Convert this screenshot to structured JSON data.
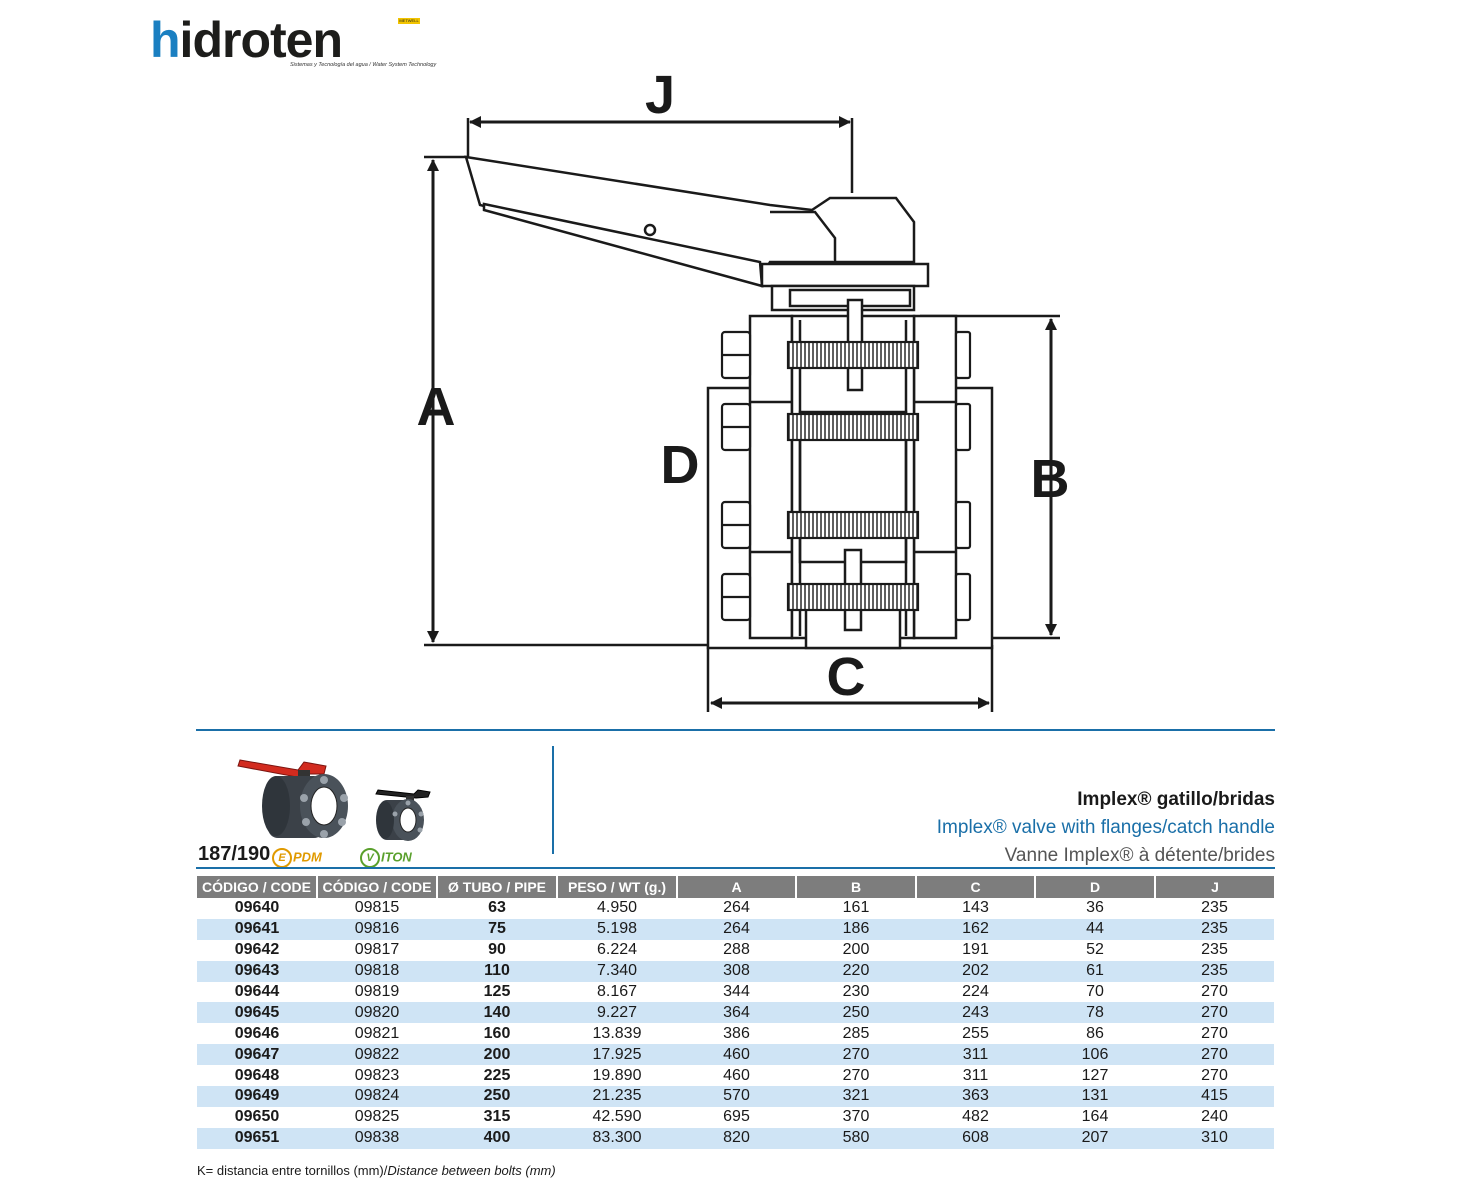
{
  "brand": {
    "name_accent": "h",
    "name_rest": "idroten",
    "tagline": "Sistemas y Tecnología del agua / Water System Technology",
    "badge": "METWELL"
  },
  "drawing": {
    "dimensions": [
      "J",
      "A",
      "D",
      "B",
      "C"
    ]
  },
  "product": {
    "model": "187/190",
    "badge_epdm_letter": "E",
    "badge_epdm": "PDM",
    "badge_viton_letter": "V",
    "badge_viton": "ITON",
    "title_es": "Implex® gatillo/bridas",
    "title_en": "Implex® valve with flanges/catch handle",
    "title_fr": "Vanne Implex® à détente/brides"
  },
  "table": {
    "headers": [
      "CÓDIGO / CODE",
      "CÓDIGO / CODE",
      "Ø TUBO / PIPE",
      "PESO / WT (g.)",
      "A",
      "B",
      "C",
      "D",
      "J"
    ],
    "rows": [
      [
        "09640",
        "09815",
        "63",
        "4.950",
        "264",
        "161",
        "143",
        "36",
        "235"
      ],
      [
        "09641",
        "09816",
        "75",
        "5.198",
        "264",
        "186",
        "162",
        "44",
        "235"
      ],
      [
        "09642",
        "09817",
        "90",
        "6.224",
        "288",
        "200",
        "191",
        "52",
        "235"
      ],
      [
        "09643",
        "09818",
        "110",
        "7.340",
        "308",
        "220",
        "202",
        "61",
        "235"
      ],
      [
        "09644",
        "09819",
        "125",
        "8.167",
        "344",
        "230",
        "224",
        "70",
        "270"
      ],
      [
        "09645",
        "09820",
        "140",
        "9.227",
        "364",
        "250",
        "243",
        "78",
        "270"
      ],
      [
        "09646",
        "09821",
        "160",
        "13.839",
        "386",
        "285",
        "255",
        "86",
        "270"
      ],
      [
        "09647",
        "09822",
        "200",
        "17.925",
        "460",
        "270",
        "311",
        "106",
        "270"
      ],
      [
        "09648",
        "09823",
        "225",
        "19.890",
        "460",
        "270",
        "311",
        "127",
        "270"
      ],
      [
        "09649",
        "09824",
        "250",
        "21.235",
        "570",
        "321",
        "363",
        "131",
        "415"
      ],
      [
        "09650",
        "09825",
        "315",
        "42.590",
        "695",
        "370",
        "482",
        "164",
        "240"
      ],
      [
        "09651",
        "09838",
        "400",
        "83.300",
        "820",
        "580",
        "608",
        "207",
        "310"
      ]
    ]
  },
  "footnote": {
    "es": "K= distancia entre tornillos (mm)/",
    "en": "Distance between bolts (mm)"
  },
  "colors": {
    "accent_blue": "#1a6fa8",
    "header_gray": "#7d7d7d",
    "row_alt": "#cfe4f5",
    "handle_red": "#d22b1f"
  }
}
